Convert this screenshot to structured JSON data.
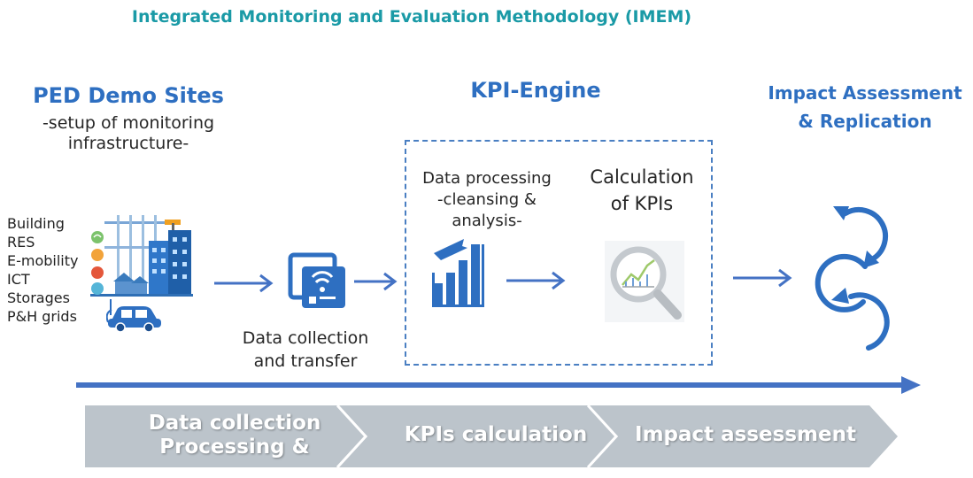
{
  "title": "Integrated Monitoring and Evaluation Methodology  (IMEM)",
  "sections": {
    "ped": {
      "title": "PED Demo Sites",
      "subtitle_line1": "-setup of monitoring",
      "subtitle_line2": "infrastructure-"
    },
    "kpi": {
      "title": "KPI-Engine"
    },
    "impact": {
      "title_line1": "Impact Assessment",
      "title_line2": "& Replication"
    }
  },
  "ped_items": [
    "Building",
    "RES",
    "E-mobility",
    "ICT",
    "Storages",
    "P&H grids"
  ],
  "steps": {
    "data_collection": {
      "line1": "Data collection",
      "line2": "and transfer"
    },
    "processing": {
      "line1": "Data processing",
      "line2": "-cleansing &",
      "line3": "analysis-"
    },
    "calculation": {
      "line1": "Calculation",
      "line2": "of KPIs"
    }
  },
  "phases": {
    "p1_line1": "Data collection",
    "p1_line2": "Processing &",
    "p2": "KPIs calculation",
    "p3": "Impact assessment"
  },
  "icons": [
    "city-building-icon",
    "car-icon",
    "wifi-device-icon",
    "bar-chart-icon",
    "magnifier-chart-icon",
    "cycle-arrows-icon"
  ],
  "colors": {
    "title": "#1a9aa6",
    "accent": "#2e6fc1",
    "arrow": "#4472c4",
    "chevron": "#bcc4cb"
  }
}
